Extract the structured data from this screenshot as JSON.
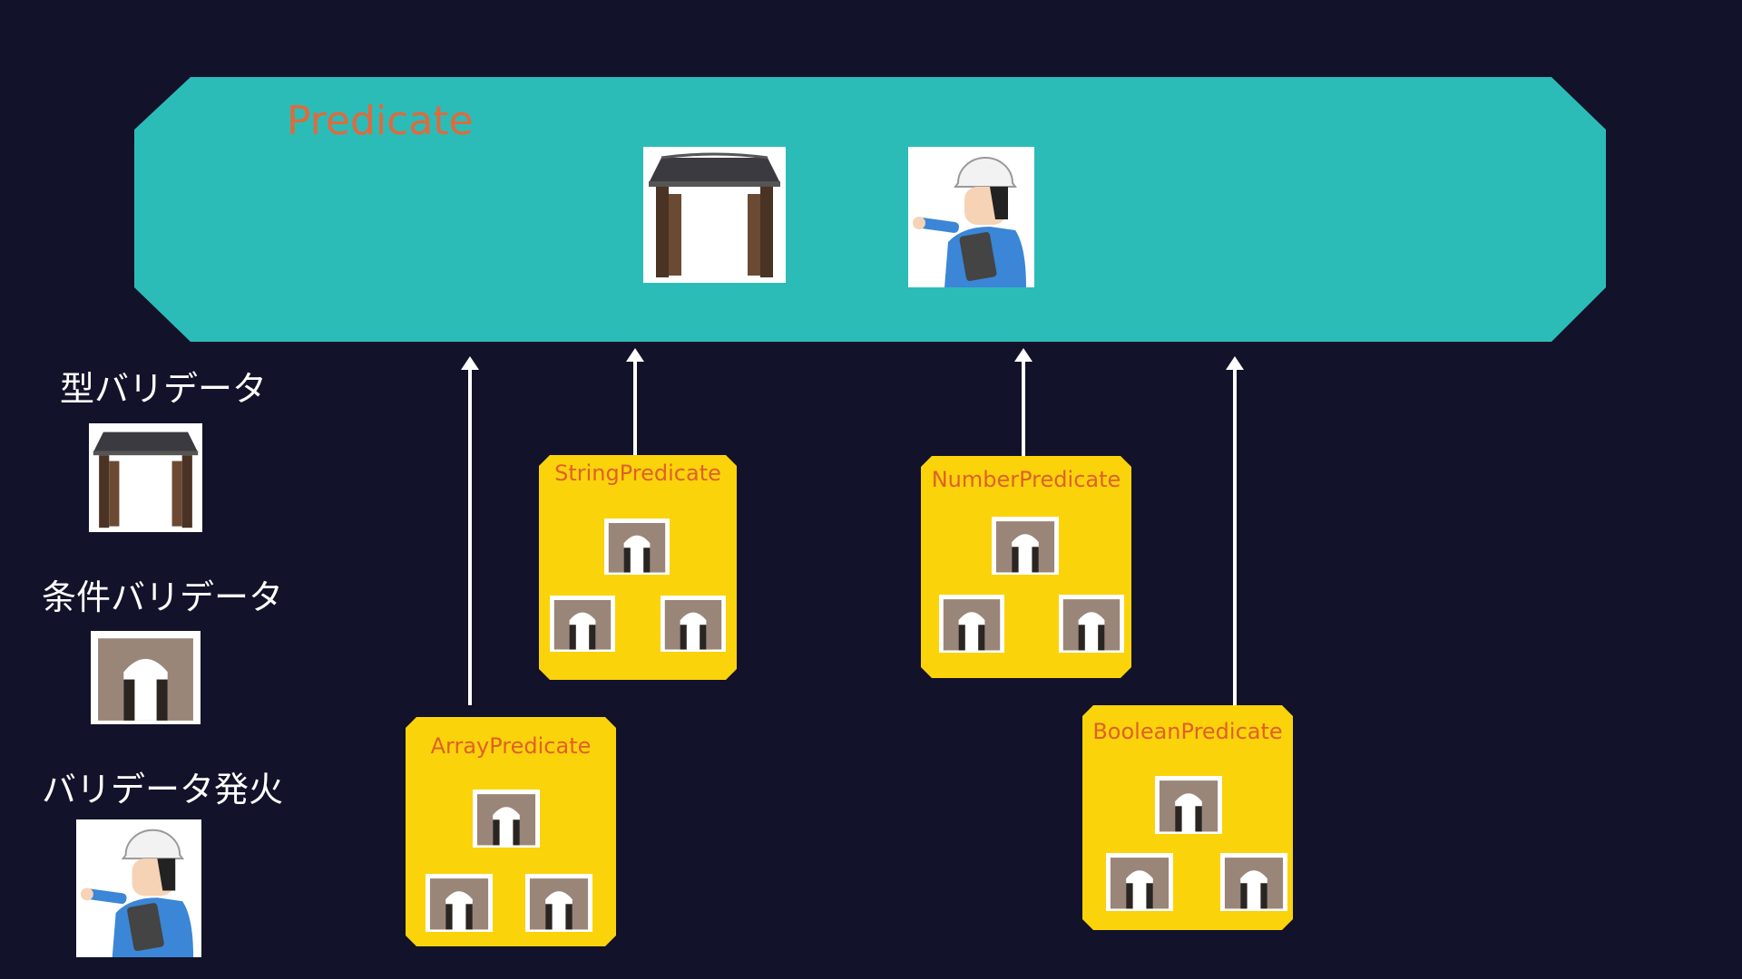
{
  "predicate": {
    "title": "Predicate"
  },
  "legend": {
    "type_validator": "型バリデータ",
    "condition_validator": "条件バリデータ",
    "validator_fire": "バリデータ発火"
  },
  "boxes": {
    "string": "StringPredicate",
    "number": "NumberPredicate",
    "array": "ArrayPredicate",
    "boolean": "BooleanPredicate"
  },
  "colors": {
    "background": "#12122a",
    "predicate_fill": "#2bbcb8",
    "box_fill": "#fad30a",
    "label_orange": "#e0602a",
    "arrow": "#ffffff"
  },
  "icons": {
    "type_validator": "gate-icon",
    "condition_validator": "stone-arch-icon",
    "validator_fire": "inspector-icon"
  }
}
